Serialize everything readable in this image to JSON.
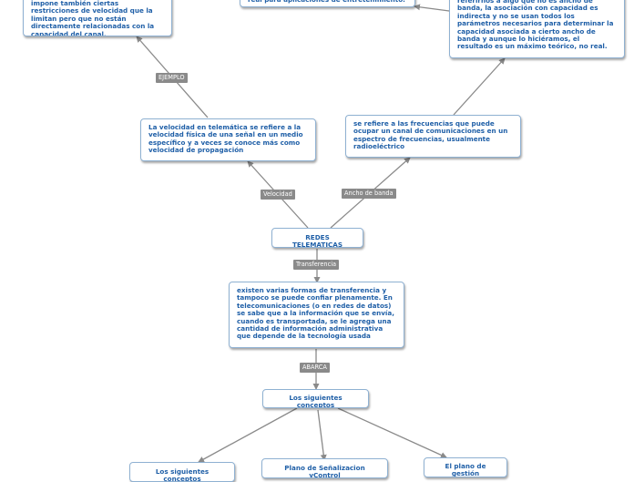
{
  "nodes": {
    "top_left": "impone también ciertas restricciones de velocidad que la limitan pero que no están directamente relacionadas con la capacidad del canal.",
    "top_middle": "real para aplicaciones de entretenimiento.",
    "top_right": "referirnos a algo que no es ancho de banda, la asociación con capacidad es indirecta y no se usan todos los parámetros necesarios para determinar la capacidad asociada a cierto ancho de banda y aunque lo hiciéramos, el resultado es un máximo teórico, no real.",
    "velocidad": "La velocidad en telemática se refiere a la velocidad física de una señal en un medio específico y a veces se conoce más como velocidad de propagación",
    "ancho_banda": "se refiere a las frecuencias que puede ocupar un canal de comunicaciones en un espectro de frecuencias, usualmente radioeléctrico",
    "root": "REDES TELEMATICAS",
    "transferencia": "existen varias formas de transferencia y tampoco se puede confiar plenamente. En telecomunicaciones (o en redes de datos) se sabe que a la información que se envía, cuando es transportada, se le agrega una cantidad de información administrativa que depende de la tecnología usada",
    "conceptos": "Los siguientes conceptos",
    "bottom_left": "Los siguientes conceptos",
    "bottom_middle": "Plano de Señalizacion yControl",
    "bottom_right": "El plano de gestión"
  },
  "labels": {
    "ejemplo": "EJEMPLO",
    "velocidad": "Velocidad",
    "ancho_banda": "Ancho de banda",
    "transferencia": "Transferencia",
    "abarca": "ABARCA"
  },
  "colors": {
    "node_text": "#1f5fa7",
    "node_border": "#8fb1d2",
    "connector": "#8a8a8a",
    "label_bg": "#8a8a8a",
    "label_text": "#ffffff"
  }
}
